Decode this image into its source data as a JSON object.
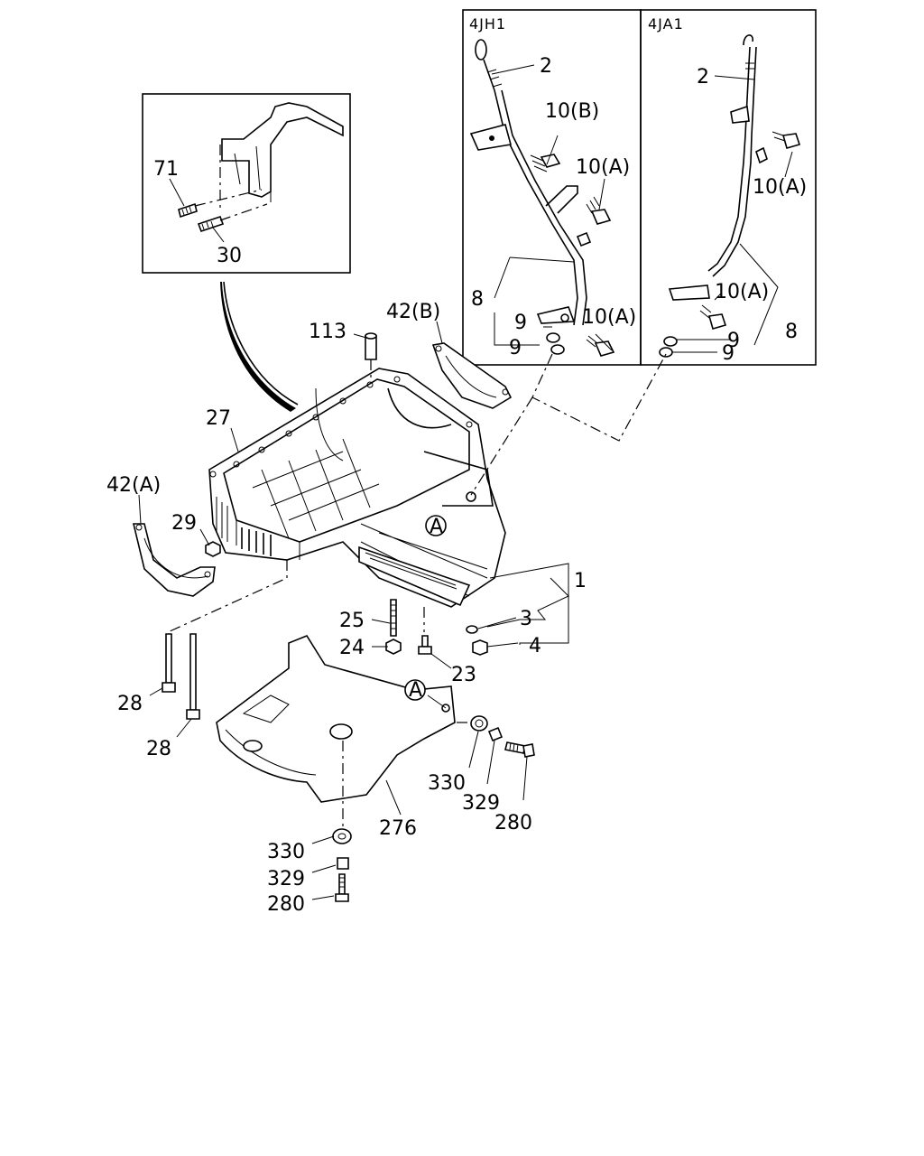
{
  "variants": {
    "left_box_label": "4JH1",
    "right_box_label": "4JA1"
  },
  "callouts": {
    "dipstick_4jh1": "2",
    "bolt_10b": "10(B)",
    "bolt_10a_4jh1_upper": "10(A)",
    "guide_8_4jh1": "8",
    "oring_9_4jh1_a": "9",
    "oring_9_4jh1_b": "9",
    "bolt_10a_4jh1_lower": "10(A)",
    "dipstick_4ja1": "2",
    "bolt_10a_4ja1_upper": "10(A)",
    "bolt_10a_4ja1_lower": "10(A)",
    "guide_8_4ja1": "8",
    "oring_9_4ja1_a": "9",
    "oring_9_4ja1_b": "9",
    "stud_71": "71",
    "stud_30": "30",
    "plug_113": "113",
    "cap_42b": "42(B)",
    "oil_pan_27": "27",
    "cap_42a": "42(A)",
    "nut_29": "29",
    "marker_a_pan": "A",
    "drain_plug_1": "1",
    "washer_3": "3",
    "plug_4": "4",
    "stud_25": "25",
    "nut_24": "24",
    "bolt_23": "23",
    "marker_a_guard": "A",
    "bolt_28_short": "28",
    "bolt_28_long": "28",
    "rubber_330_right": "330",
    "collar_329_right": "329",
    "bolt_280_right": "280",
    "guard_276": "276",
    "rubber_330_bottom": "330",
    "collar_329_bottom": "329",
    "bolt_280_bottom": "280"
  }
}
